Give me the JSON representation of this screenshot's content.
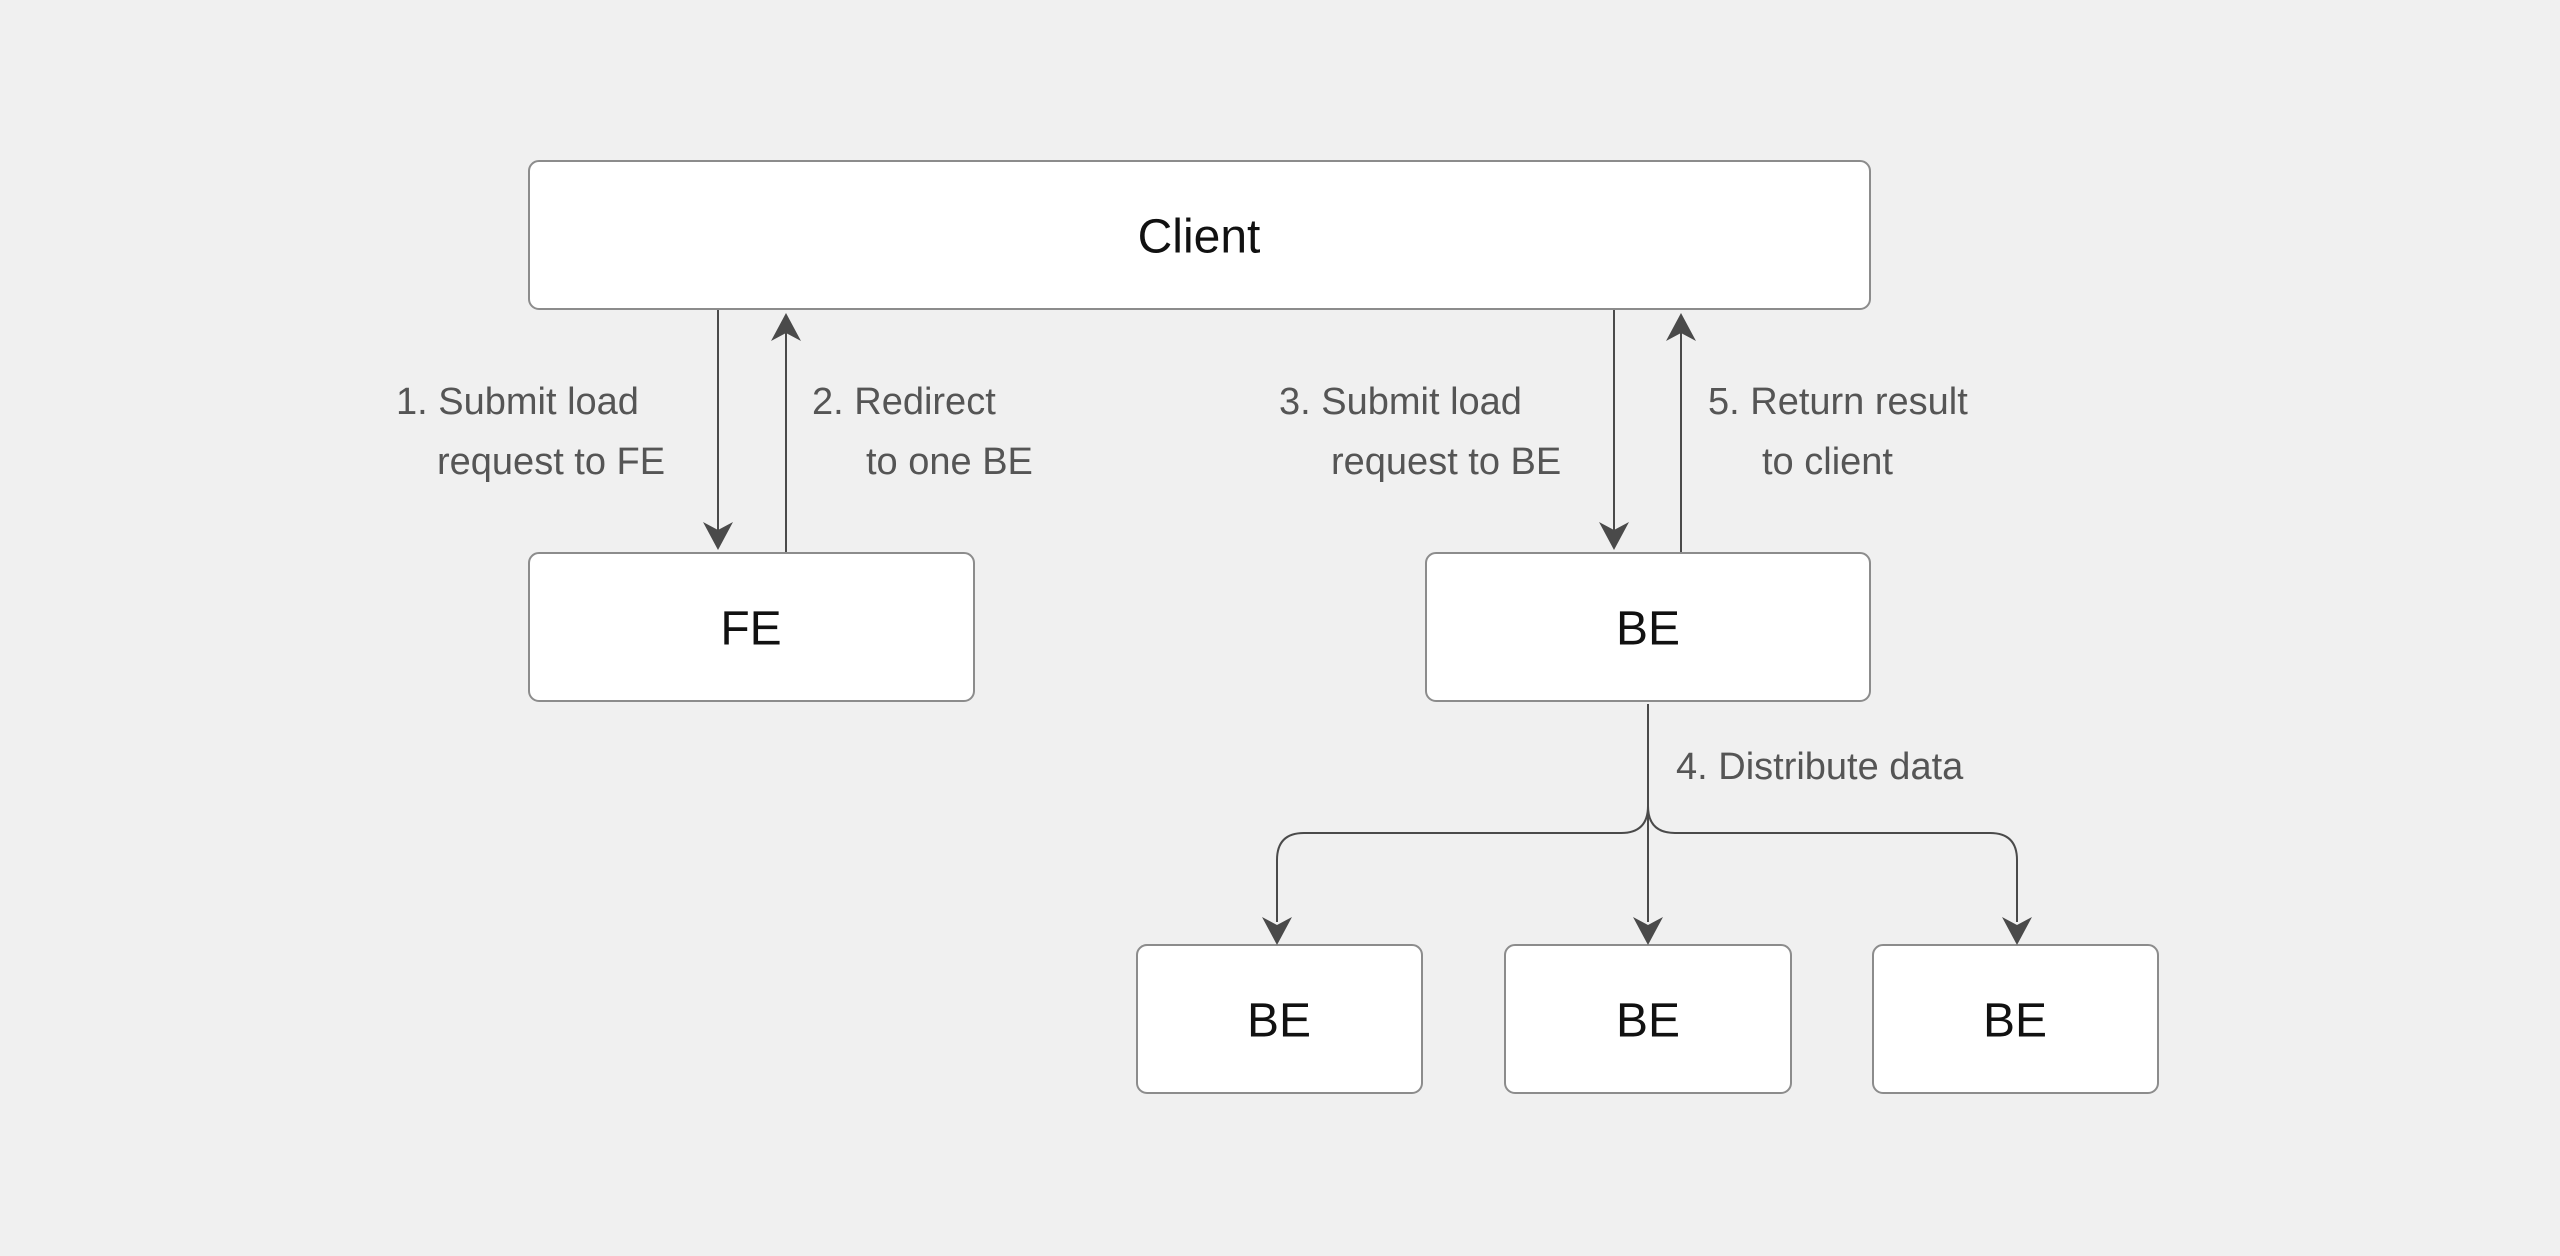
{
  "diagram": {
    "nodes": {
      "client": "Client",
      "fe": "FE",
      "be_main": "BE",
      "be_1": "BE",
      "be_2": "BE",
      "be_3": "BE"
    },
    "edges": {
      "step1_line1": "1. Submit load",
      "step1_line2": "request to FE",
      "step2_line1": "2. Redirect",
      "step2_line2": "to one BE",
      "step3_line1": "3. Submit load",
      "step3_line2": "request to BE",
      "step4": "4. Distribute data",
      "step5_line1": "5. Return result",
      "step5_line2": "to client"
    }
  },
  "colors": {
    "background": "#f0f0f0",
    "client_fill": "#e3effb",
    "client_border": "#1f6fd6",
    "node_fill": "#ffffff",
    "node_border": "#8c8c8c",
    "arrow": "#4a4a4a",
    "label_text": "#555555",
    "node_text": "#111111"
  }
}
